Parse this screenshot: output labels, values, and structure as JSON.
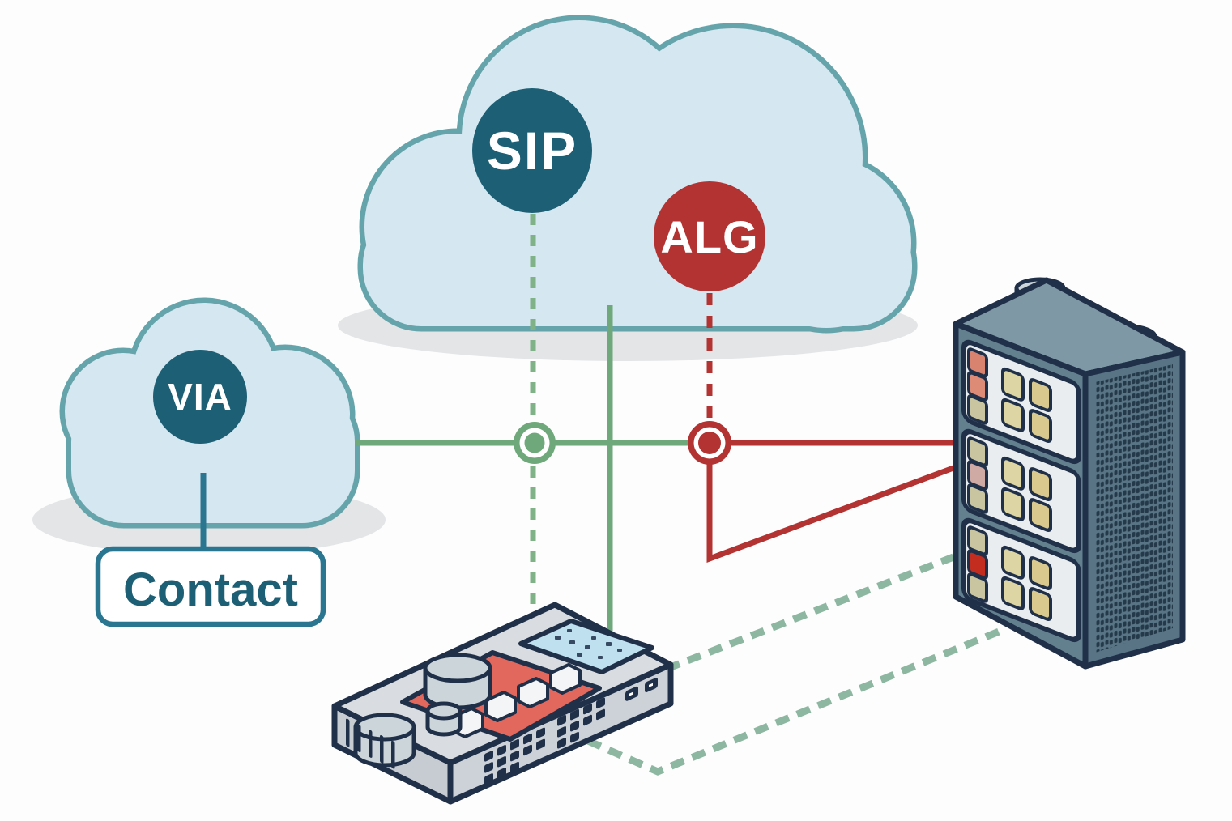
{
  "diagram": {
    "type": "network-topology-illustration",
    "badges": {
      "sip": {
        "label": "SIP"
      },
      "alg": {
        "label": "ALG"
      },
      "via": {
        "label": "VIA"
      }
    },
    "contact_box": {
      "label": "Contact"
    },
    "nodes": [
      {
        "id": "internet-cloud",
        "icon": "cloud-icon",
        "badges": [
          "SIP",
          "ALG"
        ]
      },
      {
        "id": "via-cloud",
        "icon": "cloud-icon",
        "badges": [
          "VIA"
        ]
      },
      {
        "id": "contact-box",
        "label": "Contact"
      },
      {
        "id": "router",
        "icon": "isometric-network-router-icon"
      },
      {
        "id": "server",
        "icon": "isometric-server-tower-icon"
      }
    ],
    "edges": [
      {
        "from": "via-cloud",
        "to": "contact-box",
        "style": "solid",
        "color": "teal"
      },
      {
        "from": "via-cloud",
        "to": "red-junction",
        "style": "solid",
        "color": "green",
        "through": "green-junction"
      },
      {
        "from": "sip-badge",
        "to": "router",
        "style": "dashed",
        "color": "green",
        "through": "green-junction"
      },
      {
        "from": "internet-cloud",
        "to": "router",
        "style": "solid",
        "color": "green"
      },
      {
        "from": "alg-badge",
        "to": "red-junction",
        "style": "dashed",
        "color": "red"
      },
      {
        "from": "red-junction",
        "to": "server",
        "style": "solid",
        "color": "red"
      },
      {
        "from": "red-junction",
        "to": "server",
        "style": "solid",
        "color": "red",
        "shape": "elbow-diagonal"
      },
      {
        "from": "router",
        "to": "server",
        "style": "dashed",
        "color": "sage"
      },
      {
        "from": "router",
        "to": "server",
        "style": "dashed",
        "color": "sage",
        "shape": "elbow"
      }
    ]
  },
  "colors": {
    "cloud-fill": "#d5e7f0",
    "cloud-stroke": "#66a4ab",
    "shadow-gray": "#e3e5e7",
    "teal-dark": "#1d5f74",
    "contact-border": "#2a7691",
    "red": "#b23332",
    "green": "#6fa87a",
    "green-light": "#7fb286",
    "sage": "#8db7a1",
    "navy": "#203049",
    "router-body": "#d9dce1",
    "router-side": "#c7ccd3",
    "router-front": "#cdd2d9",
    "red-panel": "#e2685e",
    "screen-blue": "#bfe0ee",
    "server-front": "#63808f",
    "server-side": "#597585",
    "server-top": "#7e98a6",
    "server-mesh": "#24394a",
    "panel-white": "#e9edf0",
    "cyl-gray": "#ccd5da",
    "led-beige": "#ddd5a3",
    "led-khaki": "#d9c98e",
    "led-olive": "#c9c5a0",
    "led-red-soft": "#d8836f",
    "led-pink": "#cfa9a4",
    "led-red-bright": "#c32d20"
  }
}
